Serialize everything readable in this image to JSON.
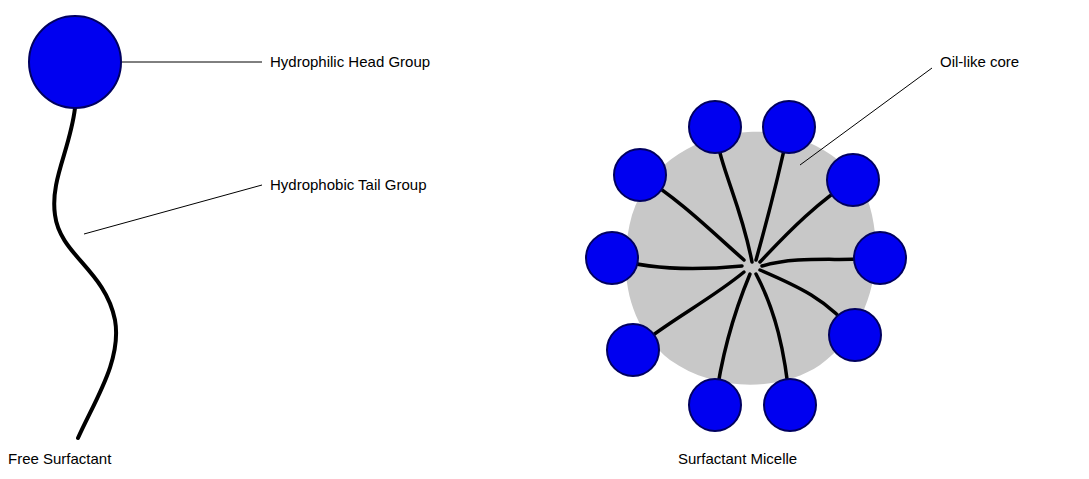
{
  "diagram": {
    "labels": [
      "Hydrophilic Head Group",
      "Hydrophobic Tail Group",
      "Oil-like core",
      "Free Surfactant",
      "Surfactant Micelle"
    ]
  }
}
